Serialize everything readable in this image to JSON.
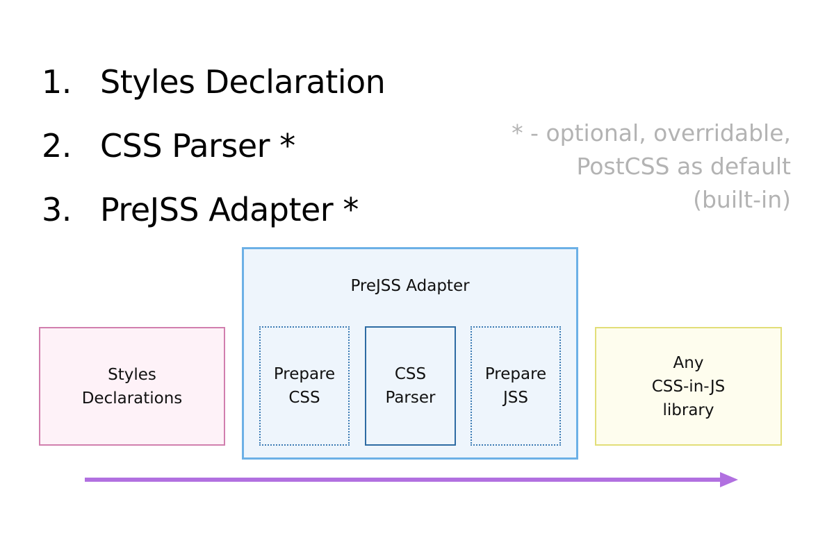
{
  "steps": [
    {
      "number": "1.",
      "label": "Styles Declaration"
    },
    {
      "number": "2.",
      "label": "CSS Parser *"
    },
    {
      "number": "3.",
      "label": "PreJSS Adapter *"
    }
  ],
  "note": {
    "line1": "* - optional, overridable,",
    "line2": "PostCSS as default",
    "line3": "(built-in)"
  },
  "diagram": {
    "styles_declarations": {
      "line1": "Styles",
      "line2": "Declarations"
    },
    "prejss_adapter": {
      "title": "PreJSS Adapter",
      "prepare_css": {
        "line1": "Prepare",
        "line2": "CSS"
      },
      "css_parser": {
        "line1": "CSS",
        "line2": "Parser"
      },
      "prepare_jss": {
        "line1": "Prepare",
        "line2": "JSS"
      }
    },
    "library": {
      "line1": "Any",
      "line2": "CSS-in-JS",
      "line3": "library"
    }
  },
  "colors": {
    "styles_border": "#d17fae",
    "styles_fill": "#fef2f8",
    "adapter_border": "#6cb0e6",
    "adapter_fill": "#eef5fc",
    "inner_border": "#2d6ba3",
    "library_border": "#e2de78",
    "library_fill": "#fefdee",
    "arrow": "#b170e0",
    "note_text": "#b3b3b3"
  }
}
